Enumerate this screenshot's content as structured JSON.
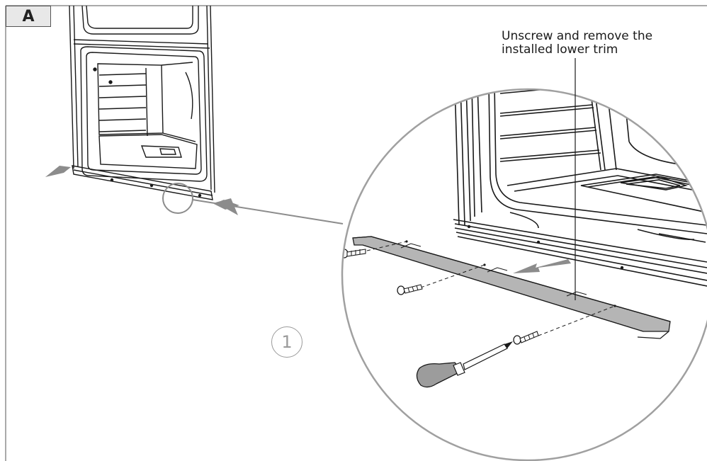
{
  "panel": {
    "label": "A"
  },
  "callout": {
    "line1": "Unscrew and remove the",
    "line2": "installed lower trim"
  },
  "step": {
    "number": "1"
  },
  "colors": {
    "line": "#1a1a1a",
    "gray_accent": "#8c8c8c",
    "trim_fill": "#b5b5b5",
    "frame": "#555555"
  }
}
